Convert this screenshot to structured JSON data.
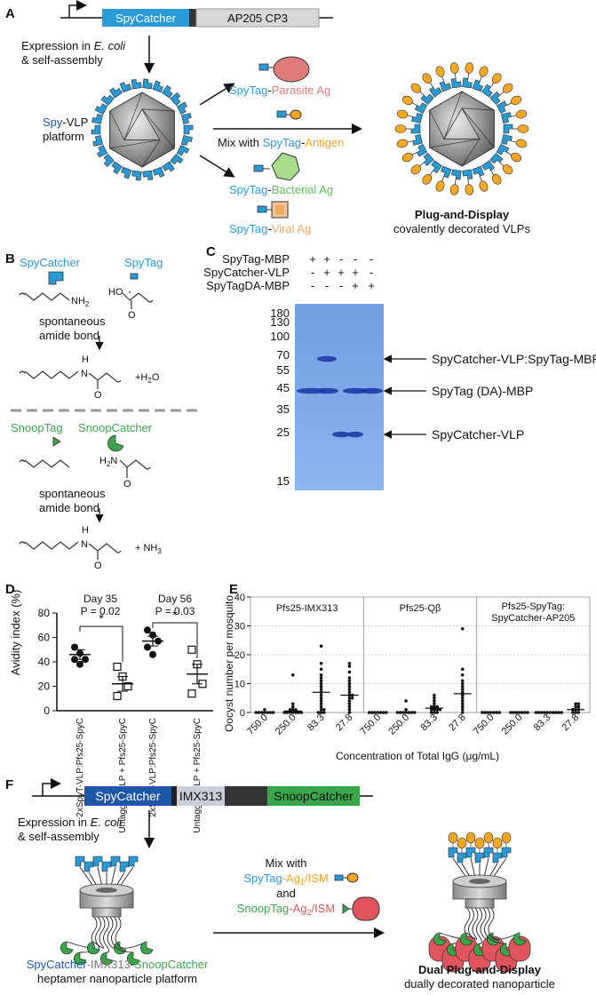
{
  "colors": {
    "spy_blue": "#2a9ad6",
    "catcher_dark": "#1f57a8",
    "parasite": "#e07b7b",
    "antigen": "#f5a623",
    "bacterial": "#5bbf5b",
    "viral": "#f0a860",
    "snoop_green": "#3aa64a",
    "ism_red": "#e1545e",
    "gel_blue": "#7aa7e6"
  },
  "panel_a": {
    "letter": "A",
    "gene_spycatcher": "SpyCatcher",
    "gene_ap205": "AP205 CP3",
    "expression_line1": "Expression in",
    "expression_ecoli": "E. coli",
    "expression_line2": "& self-assembly",
    "spy_prefix": "Spy",
    "vlp_suffix": "-VLP",
    "platform": "platform",
    "spytag": "SpyTag",
    "dash": "-",
    "parasite_ag": "Parasite Ag",
    "mix_with": "Mix with",
    "antigen": "Antigen",
    "bacterial_ag": "Bacterial Ag",
    "viral_ag": "Viral Ag",
    "plug_display": "Plug-and-Display",
    "covalently": "covalently decorated VLPs"
  },
  "panel_b": {
    "letter": "B",
    "spycatcher": "SpyCatcher",
    "spytag": "SpyTag",
    "nh2": "NH",
    "nh2_sub": "2",
    "ho": "HO",
    "o": "O",
    "spontaneous": "spontaneous",
    "amide_bond": "amide bond",
    "h": "H",
    "n": "N",
    "h2o": "+H",
    "h2o_sub": "2",
    "h2o_o": "O",
    "snooptag": "SnoopTag",
    "snoopcatcher": "SnoopCatcher",
    "h2n": "H",
    "h2n_sub": "2",
    "h2n_n": "N",
    "nh3": "+ NH",
    "nh3_sub": "3"
  },
  "panel_c": {
    "letter": "C",
    "rows": [
      {
        "label": "SpyTag-MBP",
        "signs": [
          "+",
          "+",
          "-",
          "-",
          "-"
        ]
      },
      {
        "label": "SpyCatcher-VLP",
        "signs": [
          "-",
          "+",
          "+",
          "+",
          "-"
        ]
      },
      {
        "label": "SpyTagDA-MBP",
        "signs": [
          "-",
          "-",
          "-",
          "+",
          "+"
        ]
      }
    ],
    "mw_markers": [
      "180",
      "130",
      "100",
      "70",
      "55",
      "45",
      "35",
      "25",
      "15"
    ],
    "band_labels": [
      "SpyCatcher-VLP:SpyTag-MBP",
      "SpyTag (DA)-MBP",
      "SpyCatcher-VLP"
    ]
  },
  "panel_d": {
    "letter": "D",
    "ylabel": "Avidity index (%)",
    "yticks": [
      "0",
      "20",
      "40",
      "60",
      "80"
    ],
    "day35": "Day 35",
    "p35": "P = 0.02",
    "day56": "Day 56",
    "p56": "P = 0.03",
    "star": "*",
    "xlabels": [
      "2xSpyT-VLP:Pfs25-SpyC",
      "Untagged VLP + Pfs25-SpyC",
      "2xSpyT-VLP:Pfs25-SpyC",
      "Untagged VLP + Pfs25-SpyC"
    ]
  },
  "chart_data": {
    "type": "scatter",
    "ylabel": "Oocyst number per mosquito",
    "xlabel": "Concentration of Total IgG (μg/mL)",
    "ylim": [
      0,
      40
    ],
    "yticks": [
      "0",
      "10",
      "20",
      "30",
      "40"
    ],
    "grid": true,
    "groups": [
      {
        "name": "Pfs25-IMX313",
        "categories": [
          "750.0",
          "250.0",
          "83.3",
          "27.8"
        ],
        "points": [
          [
            0,
            0,
            0,
            0,
            0,
            0,
            0,
            1
          ],
          [
            0,
            0,
            0,
            0,
            0,
            0,
            0,
            1,
            1,
            1,
            2,
            3,
            13
          ],
          [
            0,
            0,
            0,
            1,
            1,
            2,
            3,
            4,
            5,
            6,
            7,
            8,
            9,
            10,
            11,
            12,
            13,
            15,
            17,
            23
          ],
          [
            0,
            1,
            2,
            3,
            4,
            5,
            5,
            6,
            6,
            7,
            8,
            9,
            10,
            11,
            12,
            14,
            16,
            17
          ]
        ],
        "medians": [
          0,
          0.5,
          7,
          6
        ]
      },
      {
        "name": "Pfs25-Qβ",
        "categories": [
          "750.0",
          "250.0",
          "83.3",
          "27.8"
        ],
        "points": [
          [
            0,
            0,
            0,
            0,
            0,
            0,
            0
          ],
          [
            0,
            0,
            0,
            0,
            0,
            0,
            0,
            1,
            4
          ],
          [
            0,
            0,
            0,
            1,
            1,
            1,
            1,
            2,
            2,
            2,
            3,
            4,
            5,
            6
          ],
          [
            0,
            1,
            2,
            3,
            4,
            5,
            6,
            7,
            8,
            9,
            10,
            11,
            13,
            15,
            29
          ]
        ],
        "medians": [
          0,
          0,
          1.5,
          6.5
        ]
      },
      {
        "name_line1": "Pfs25-SpyTag:",
        "name_line2": "SpyCatcher-AP205",
        "categories": [
          "750.0",
          "250.0",
          "83.3",
          "27.8"
        ],
        "points": [
          [
            0,
            0,
            0,
            0,
            0,
            0,
            0
          ],
          [
            0,
            0,
            0,
            0,
            0,
            0,
            0
          ],
          [
            0,
            0,
            0,
            0,
            0,
            0,
            0,
            0,
            0,
            0
          ],
          [
            0,
            0,
            0,
            1,
            1,
            1,
            2,
            2,
            3,
            3
          ]
        ],
        "medians": [
          0,
          0,
          0,
          1
        ]
      }
    ]
  },
  "panel_e": {
    "letter": "E"
  },
  "panel_f": {
    "letter": "F",
    "gene_spycatcher": "SpyCatcher",
    "gene_imx": "IMX313",
    "gene_snoopcatcher": "SnoopCatcher",
    "expression_line1": "Expression in",
    "expression_ecoli": "E. coli",
    "expression_line2": "& self-assembly",
    "mix_with": "Mix with",
    "spytag": "SpyTag",
    "ag1": "-Ag",
    "sub1": "1",
    "ism": "/ISM",
    "and": "and",
    "snooptag": "SnoopTag",
    "ag2": "-Ag",
    "sub2": "2",
    "platform_name_a": "SpyCatcher",
    "platform_name_b": "-IMX313-",
    "platform_name_c": "SnoopCatcher",
    "platform_line2": "heptamer nanoparticle platform",
    "dual_title": "Dual Plug-and-Display",
    "dual_sub": "dually decorated nanoparticle"
  }
}
